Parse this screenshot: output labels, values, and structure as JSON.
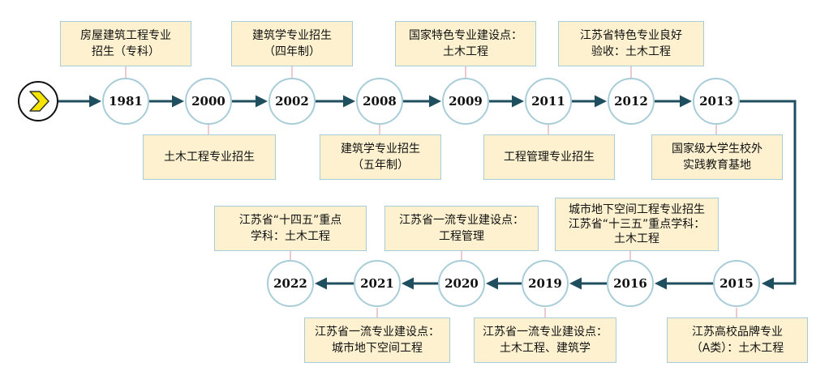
{
  "timeline": {
    "row1_years": [
      "1981",
      "2000",
      "2002",
      "2008",
      "2009",
      "2011",
      "2012",
      "2013"
    ],
    "row2_years": [
      "2015",
      "2016",
      "2019",
      "2020",
      "2021",
      "2022"
    ],
    "events": {
      "e1981": "房屋建筑工程专业\n招生（专科）",
      "e2000": "土木工程专业招生",
      "e2002": "建筑学专业招生\n（四年制）",
      "e2008": "建筑学专业招生\n（五年制）",
      "e2009": "国家特色专业建设点：\n土木工程",
      "e2011": "工程管理专业招生",
      "e2012": "江苏省特色专业良好\n验收：土木工程",
      "e2013": "国家级大学生校外\n实践教育基地",
      "e2015": "江苏高校品牌专业\n（A类）：土木工程",
      "e2016": "城市地下空间工程专业招生\n江苏省“十三五”重点学科：\n土木工程",
      "e2019": "江苏省一流专业建设点：\n土木工程、建筑学",
      "e2020": "江苏省一流专业建设点：\n工程管理",
      "e2021": "江苏省一流专业建设点：\n城市地下空间工程",
      "e2022": "江苏省“十四五”重点\n学科：土木工程"
    }
  },
  "colors": {
    "arrow": "#1f4e5f",
    "circle_border": "#a9cdd8",
    "box_fill": "#fdf1cf",
    "start_icon": "#f5e500"
  },
  "icons": {
    "start": "chevron-right-icon"
  }
}
